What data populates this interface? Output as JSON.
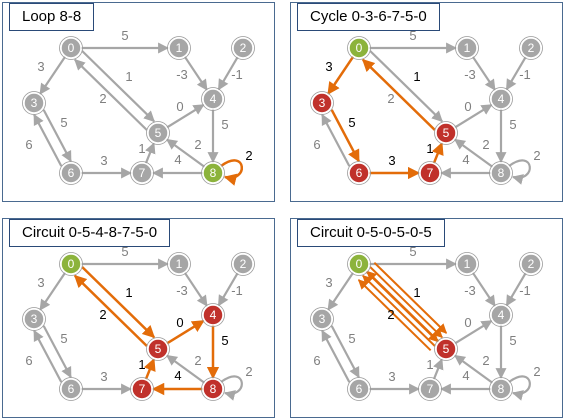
{
  "panels": [
    {
      "title": "Loop 8-8",
      "highlight_edges": [
        "8-8"
      ],
      "green": [
        8
      ],
      "red": [],
      "orange_labels": [
        "2"
      ]
    },
    {
      "title": "Cycle 0-3-6-7-5-0",
      "highlight_edges": [
        "0-3",
        "3-6",
        "6-7",
        "7-5",
        "5-0"
      ],
      "green": [
        0
      ],
      "red": [
        3,
        6,
        7,
        5
      ],
      "orange_labels": []
    },
    {
      "title": "Circuit 0-5-4-8-7-5-0",
      "highlight_edges": [
        "0-5",
        "5-4",
        "4-8",
        "8-7",
        "7-5",
        "5-0"
      ],
      "green": [
        0
      ],
      "red": [
        5,
        4,
        8,
        7
      ],
      "orange_labels": []
    },
    {
      "title": "Circuit 0-5-0-5-0-5",
      "highlight_edges": [
        "0-5",
        "5-0"
      ],
      "green": [
        0
      ],
      "red": [
        5
      ],
      "orange_labels": [],
      "multi": true
    }
  ],
  "nodes": [
    {
      "id": 0,
      "label": "0"
    },
    {
      "id": 1,
      "label": "1"
    },
    {
      "id": 2,
      "label": "2"
    },
    {
      "id": 3,
      "label": "3"
    },
    {
      "id": 4,
      "label": "4"
    },
    {
      "id": 5,
      "label": "5"
    },
    {
      "id": 6,
      "label": "6"
    },
    {
      "id": 7,
      "label": "7"
    },
    {
      "id": 8,
      "label": "8"
    }
  ],
  "edges": [
    {
      "key": "0-1",
      "label": "5"
    },
    {
      "key": "0-3",
      "label": "3"
    },
    {
      "key": "5-0",
      "label": "1"
    },
    {
      "key": "0-5",
      "label": "2"
    },
    {
      "key": "3-6",
      "label": "5"
    },
    {
      "key": "6-3",
      "label": "6"
    },
    {
      "key": "6-7",
      "label": "3"
    },
    {
      "key": "1-4",
      "label": "-3"
    },
    {
      "key": "2-4",
      "label": "-1"
    },
    {
      "key": "5-4",
      "label": "0"
    },
    {
      "key": "4-8",
      "label": "5"
    },
    {
      "key": "8-5",
      "label": "2"
    },
    {
      "key": "7-5",
      "label": "1"
    },
    {
      "key": "8-7",
      "label": "4"
    },
    {
      "key": "8-8",
      "label": "2"
    }
  ],
  "colors": {
    "gray": "#a6a6a6",
    "node_gray": "#a6a6a6",
    "green": "#8cb33c",
    "red": "#c0312b",
    "orange": "#e36c09",
    "border": "#4a6a90"
  }
}
